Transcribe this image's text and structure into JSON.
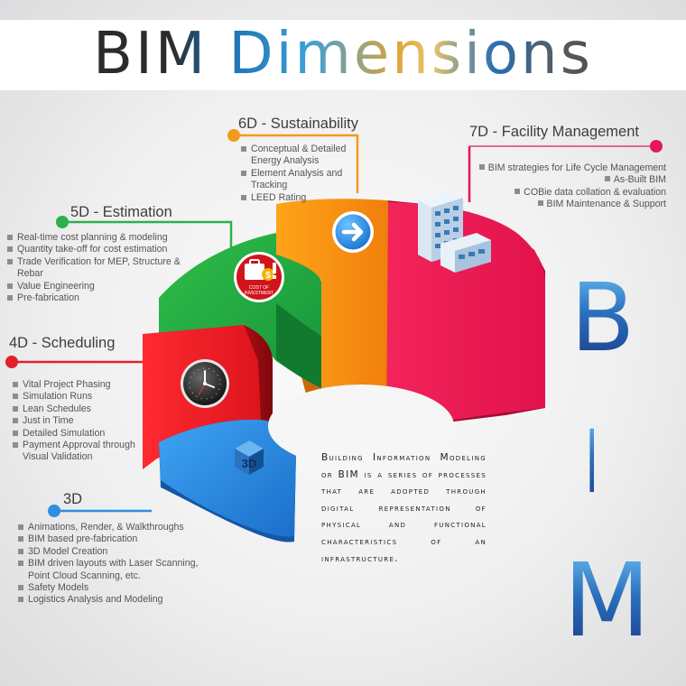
{
  "title": "BIM Dimensions",
  "dimensions": [
    {
      "key": "3d",
      "heading": "3D",
      "color": "#2f8ee0",
      "items": [
        "Animations, Render, & Walkthroughs",
        "BIM based pre-fabrication",
        "3D Model Creation",
        "BIM driven layouts with Laser Scanning, Point Cloud Scanning, etc.",
        "Safety Models",
        "Logistics Analysis and Modeling"
      ]
    },
    {
      "key": "4d",
      "heading": "4D - Scheduling",
      "color": "#e3202a",
      "items": [
        "Vital Project Phasing",
        "Simulation Runs",
        "Lean Schedules",
        "Just in Time",
        "Detailed Simulation",
        "Payment Approval through Visual Validation"
      ]
    },
    {
      "key": "5d",
      "heading": "5D - Estimation",
      "color": "#2fb04a",
      "items": [
        "Real-time cost planning & modeling",
        "Quantity take-off for cost estimation",
        "Trade Verification for MEP, Structure & Rebar",
        "Value Engineering",
        "Pre-fabrication"
      ]
    },
    {
      "key": "6d",
      "heading": "6D - Sustainability",
      "color": "#f29a1a",
      "items": [
        "Conceptual & Detailed Energy Analysis",
        "Element Analysis and Tracking",
        "LEED Rating"
      ]
    },
    {
      "key": "7d",
      "heading": "7D - Facility Management",
      "color": "#e3175c",
      "items": [
        "BIM strategies for Life Cycle Management",
        "As-Built BIM",
        "COBie data collation & evaluation",
        "BIM Maintenance & Support"
      ]
    }
  ],
  "icons": {
    "cube_label": "3D",
    "cost_label_line1": "COST OF",
    "cost_label_line2": "INVESTMENT",
    "cost_symbol": "$"
  },
  "description": "Building Information Modeling or BIM is a series of processes that are adopted through digital representation of physical and functional characteristics of an infrastructure.",
  "bim_letters": [
    "B",
    "I",
    "M"
  ]
}
